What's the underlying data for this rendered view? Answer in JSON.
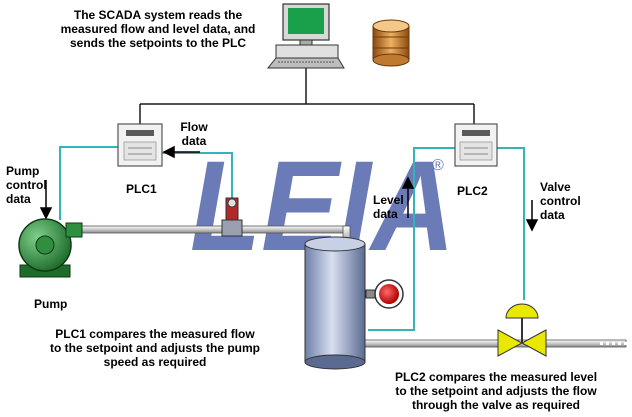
{
  "scada_note": "The SCADA system reads the\nmeasured flow and level data, and\nsends the setpoints to the PLC",
  "plc1": {
    "label": "PLC1"
  },
  "plc2": {
    "label": "PLC2"
  },
  "flow_data": "Flow\ndata",
  "pump_control_data": "Pump\ncontrol\ndata",
  "level_data": "Level\ndata",
  "valve_control_data": "Valve\ncontrol\ndata",
  "pump_label": "Pump",
  "plc1_note": "PLC1 compares the measured flow\nto the setpoint and adjusts the pump\nspeed as required",
  "plc2_note": "PLC2 compares the measured level\nto the setpoint and adjusts the flow\nthrough the valve as required",
  "watermark": {
    "text": "LEIA",
    "mark": "®"
  },
  "colors": {
    "signal_line": "#35b4b8",
    "network_line": "#1a1a1a",
    "pump": "#2f8f3f",
    "valve": "#e8e800",
    "sensor": "#e02020",
    "watermark": "#4a5fa8"
  }
}
